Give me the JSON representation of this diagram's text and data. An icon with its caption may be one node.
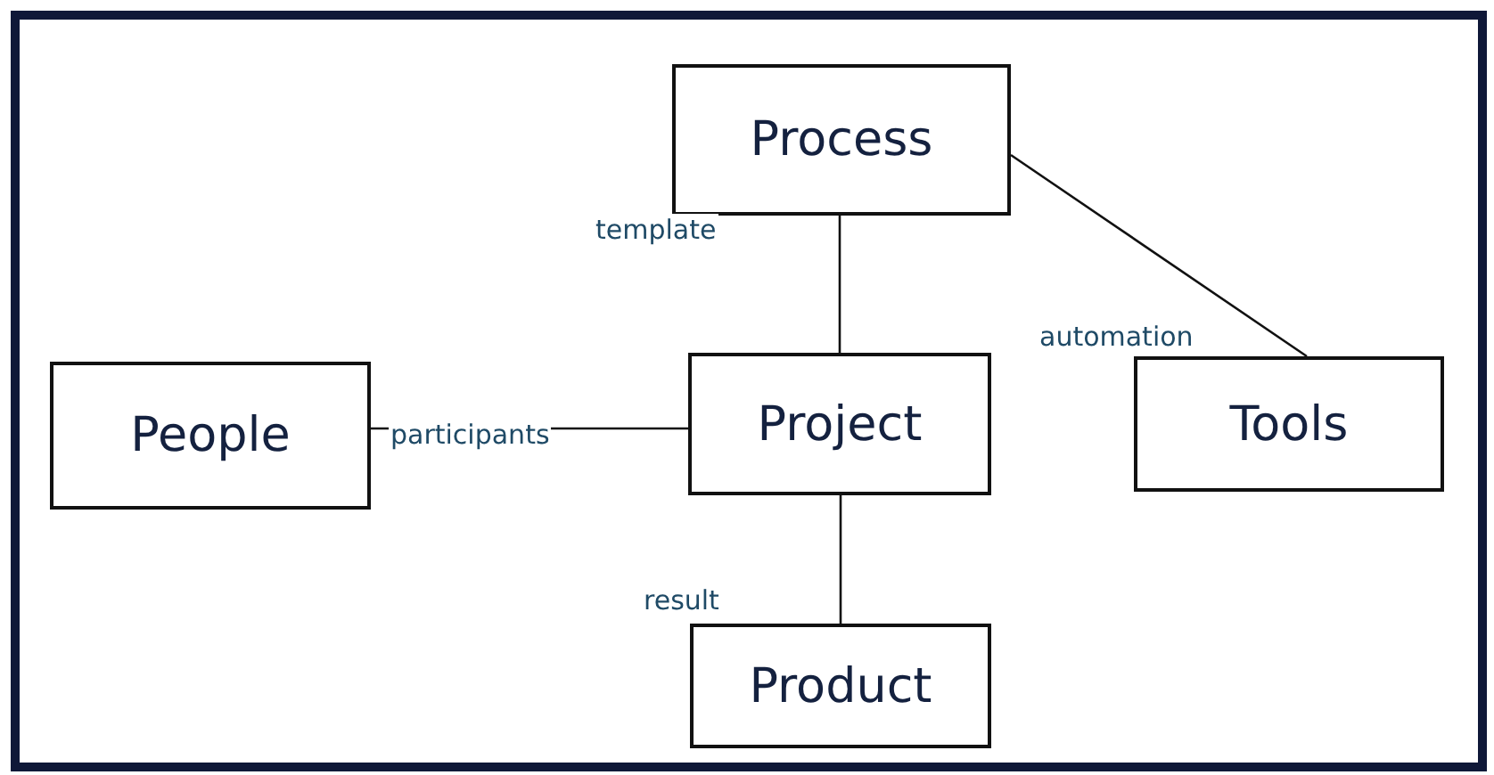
{
  "diagram": {
    "nodes": [
      {
        "text": [
          "Process"
        ]
      },
      {
        "text": [
          "People"
        ]
      },
      {
        "text": [
          "Project"
        ]
      },
      {
        "text": [
          "Tools"
        ]
      },
      {
        "text": [
          "Product"
        ]
      }
    ],
    "edges": [
      {
        "from": 0,
        "to": 2,
        "arrow": "none",
        "label": "template"
      },
      {
        "from": 1,
        "to": 2,
        "arrow": "none",
        "label": "participants"
      },
      {
        "from": 0,
        "to": 3,
        "arrow": "none",
        "label": "automation"
      },
      {
        "from": 2,
        "to": 4,
        "arrow": "none",
        "label": "result"
      }
    ]
  }
}
